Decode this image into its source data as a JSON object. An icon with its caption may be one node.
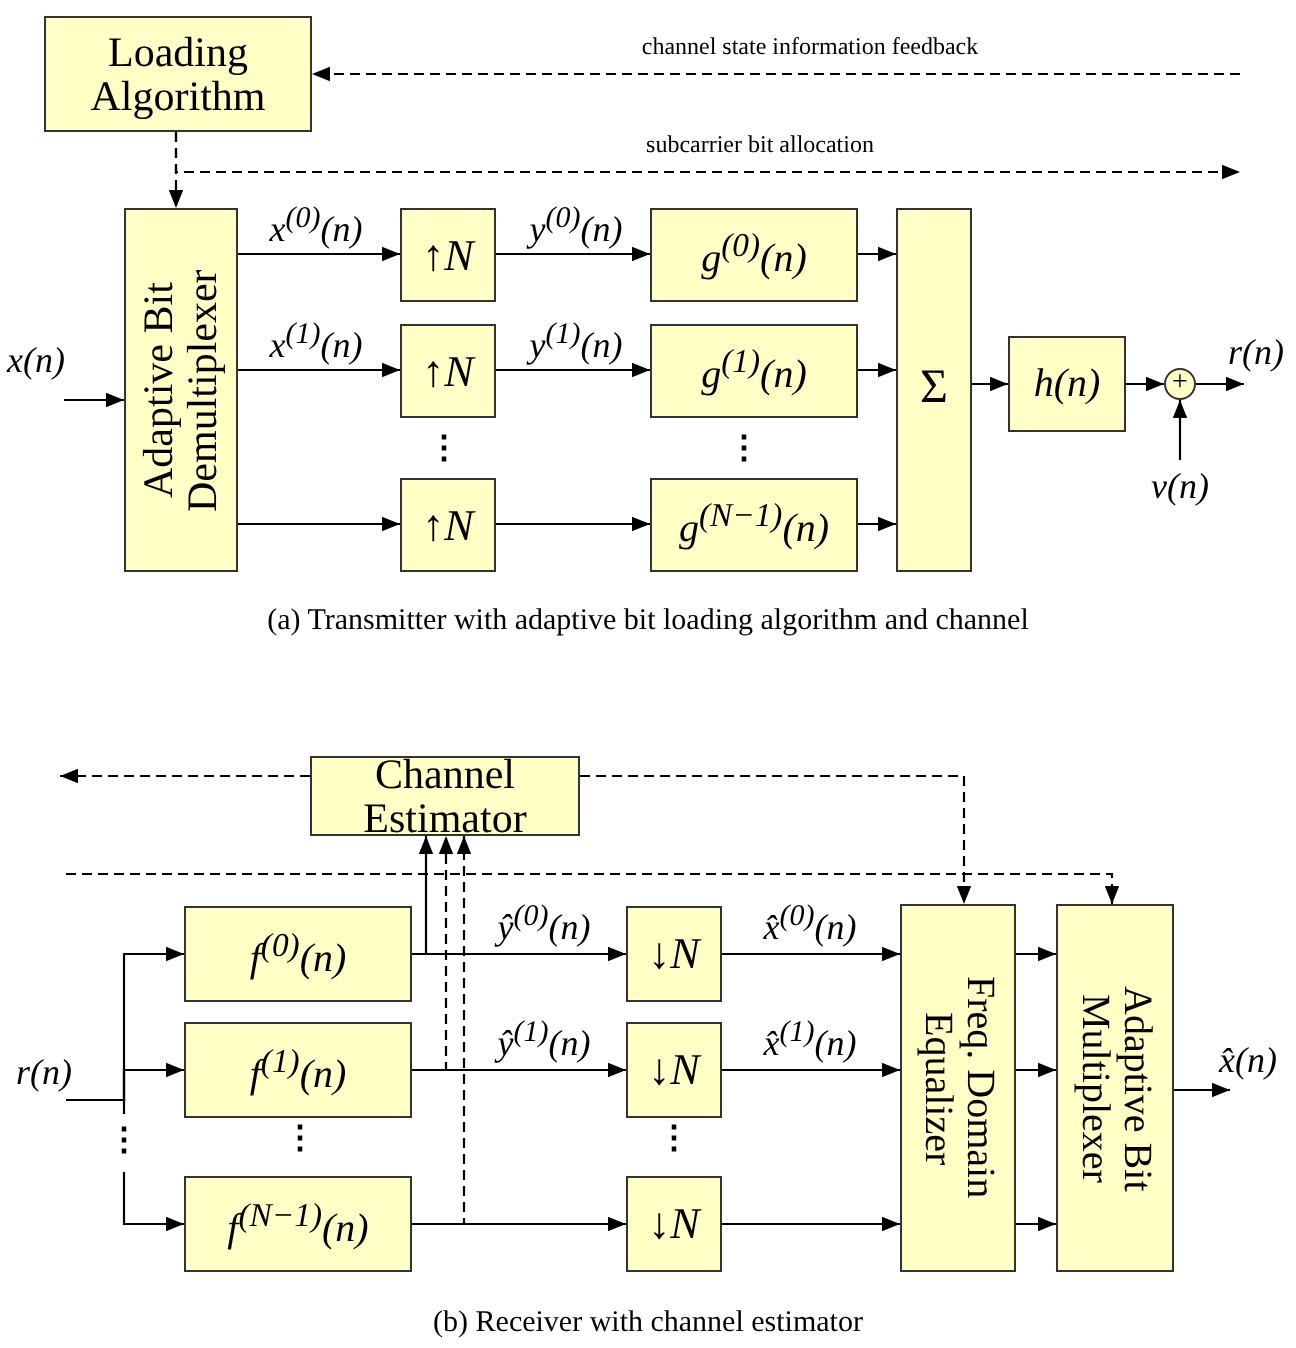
{
  "diagram": {
    "nodes": [
      {
        "text": [
          "Loading Algorithm"
        ]
      },
      {
        "text": [
          "Adaptive Bit Demultiplexer"
        ]
      },
      {
        "text": [
          "↑N"
        ]
      },
      {
        "text": [
          "↑N"
        ]
      },
      {
        "text": [
          "↑N"
        ]
      },
      {
        "text": [
          "g$^{(0)}$(n)"
        ]
      },
      {
        "text": [
          "g$^{(1)}$(n)"
        ]
      },
      {
        "text": [
          "g$^{(N−1)}$(n)"
        ]
      },
      {
        "text": [
          "Σ"
        ]
      },
      {
        "text": [
          "h(n)"
        ]
      },
      {
        "text": [
          "+"
        ]
      },
      {
        "text": [
          "Channel Estimator"
        ]
      },
      {
        "text": [
          "f$^{(0)}$(n)"
        ]
      },
      {
        "text": [
          "f$^{(1)}$(n)"
        ]
      },
      {
        "text": [
          "f$^{(N−1)}$(n)"
        ]
      },
      {
        "text": [
          "↓N"
        ]
      },
      {
        "text": [
          "↓N"
        ]
      },
      {
        "text": [
          "↓N"
        ]
      },
      {
        "text": [
          "Freq. Domain Equalizer"
        ]
      },
      {
        "text": [
          "Adaptive Bit Multiplexer"
        ]
      }
    ],
    "edges": [
      {
        "from": null,
        "to": 0,
        "arrow": "to",
        "style": "dashed",
        "label": "channel state information feedback"
      },
      {
        "from": 0,
        "to": null,
        "arrow": "to",
        "style": "dashed",
        "label": "subcarrier bit allocation"
      },
      {
        "from": 0,
        "to": 1,
        "arrow": "to",
        "style": "dashed"
      },
      {
        "from": null,
        "to": 1,
        "arrow": "to",
        "label": "x(n)"
      },
      {
        "from": 1,
        "to": 2,
        "arrow": "to",
        "label": "x$^{(0)}$(n)"
      },
      {
        "from": 1,
        "to": 3,
        "arrow": "to",
        "label": "x$^{(1)}$(n)"
      },
      {
        "from": 1,
        "to": 4,
        "arrow": "to"
      },
      {
        "from": 2,
        "to": 5,
        "arrow": "to",
        "label": "y$^{(0)}$(n)"
      },
      {
        "from": 3,
        "to": 6,
        "arrow": "to",
        "label": "y$^{(1)}$(n)"
      },
      {
        "from": 4,
        "to": 7,
        "arrow": "to"
      },
      {
        "from": 5,
        "to": 8,
        "arrow": "to"
      },
      {
        "from": 6,
        "to": 8,
        "arrow": "to"
      },
      {
        "from": 7,
        "to": 8,
        "arrow": "to"
      },
      {
        "from": 8,
        "to": 9,
        "arrow": "to"
      },
      {
        "from": 9,
        "to": 10,
        "arrow": "to"
      },
      {
        "from": null,
        "to": 10,
        "arrow": "to",
        "label": "v(n)"
      },
      {
        "from": 10,
        "to": null,
        "arrow": "to",
        "label": "r(n)"
      },
      {
        "from": 11,
        "to": null,
        "arrow": "to",
        "style": "dashed"
      },
      {
        "from": 11,
        "to": 18,
        "arrow": "to",
        "style": "dashed"
      },
      {
        "from": null,
        "to": 19,
        "arrow": "to",
        "style": "dashed"
      },
      {
        "from": null,
        "to": 12,
        "arrow": "to",
        "label": "r(n)"
      },
      {
        "from": null,
        "to": 13,
        "arrow": "to"
      },
      {
        "from": null,
        "to": 14,
        "arrow": "to"
      },
      {
        "from": 12,
        "to": 11,
        "arrow": "to"
      },
      {
        "from": 13,
        "to": 11,
        "arrow": "to",
        "style": "dashed"
      },
      {
        "from": 14,
        "to": 11,
        "arrow": "to",
        "style": "dashed"
      },
      {
        "from": 12,
        "to": 15,
        "arrow": "to",
        "label": "ŷ$^{(0)}$(n)"
      },
      {
        "from": 13,
        "to": 16,
        "arrow": "to",
        "label": "ŷ$^{(1)}$(n)"
      },
      {
        "from": 14,
        "to": 17,
        "arrow": "to"
      },
      {
        "from": 15,
        "to": 18,
        "arrow": "to",
        "label": "x̂$^{(0)}$(n)"
      },
      {
        "from": 16,
        "to": 18,
        "arrow": "to",
        "label": "x̂$^{(1)}$(n)"
      },
      {
        "from": 17,
        "to": 18,
        "arrow": "to"
      },
      {
        "from": 18,
        "to": 19,
        "arrow": "to"
      },
      {
        "from": 18,
        "to": 19,
        "arrow": "to"
      },
      {
        "from": 18,
        "to": 19,
        "arrow": "to"
      },
      {
        "from": 19,
        "to": null,
        "arrow": "to",
        "label": "x̂(n)"
      }
    ],
    "labels": [
      "⋮",
      "⋮",
      "(a) Transmitter with adaptive bit loading algorithm and channel",
      "⋮",
      "⋮",
      "⋮",
      "(b) Receiver with channel estimator"
    ]
  }
}
